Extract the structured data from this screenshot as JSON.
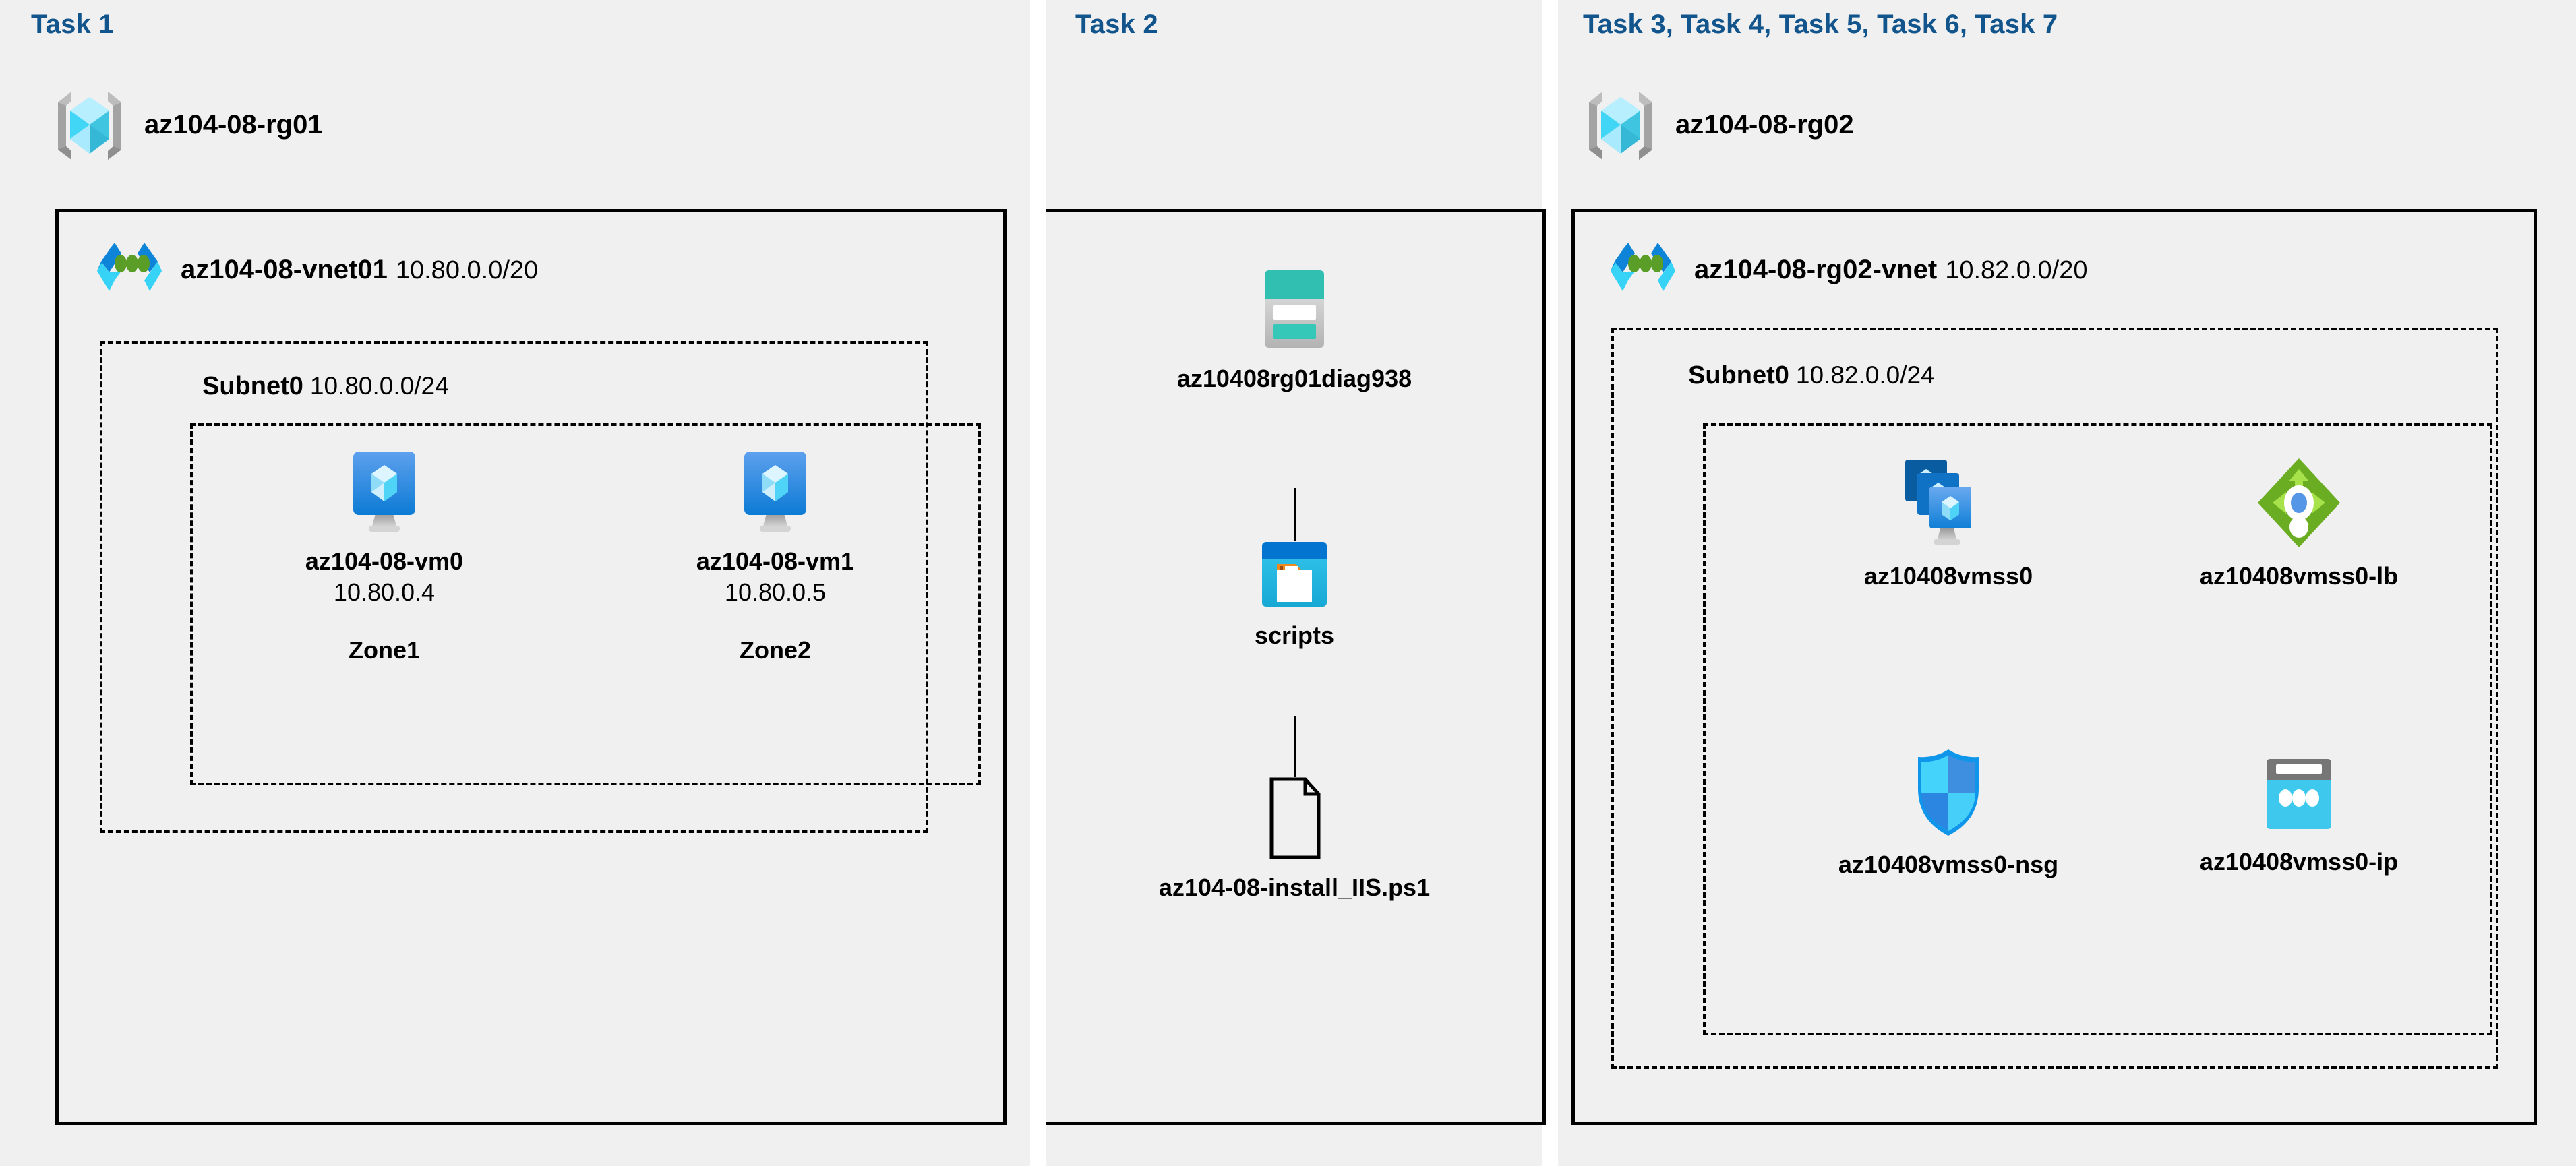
{
  "panels": [
    {
      "task_title": "Task 1"
    },
    {
      "task_title": "Task 2"
    },
    {
      "task_title": "Task 3, Task 4, Task 5, Task 6, Task 7"
    }
  ],
  "accent_color": "#12548c",
  "panel_bg": "#f0f0f0",
  "task1": {
    "title": "Task 1",
    "resource_group": {
      "icon": "resource-group-icon",
      "label": "az104-08-rg01"
    },
    "vnet": {
      "icon": "virtual-network-icon",
      "name": "az104-08-vnet01",
      "cidr": "10.80.0.0/20"
    },
    "subnet": {
      "name": "Subnet0",
      "cidr": "10.80.0.0/24"
    },
    "vms": [
      {
        "icon": "virtual-machine-icon",
        "name": "az104-08-vm0",
        "ip": "10.80.0.4",
        "zone": "Zone1"
      },
      {
        "icon": "virtual-machine-icon",
        "name": "az104-08-vm1",
        "ip": "10.80.0.5",
        "zone": "Zone2"
      }
    ]
  },
  "task2": {
    "title": "Task 2",
    "storage_account": {
      "icon": "storage-account-icon",
      "label": "az10408rg01diag938"
    },
    "container": {
      "icon": "blob-container-icon",
      "label": "scripts"
    },
    "file": {
      "icon": "file-icon",
      "label": "az104-08-install_IIS.ps1"
    }
  },
  "task3": {
    "title": "Task 3, Task 4, Task 5, Task 6, Task 7",
    "resource_group": {
      "icon": "resource-group-icon",
      "label": "az104-08-rg02"
    },
    "vnet": {
      "icon": "virtual-network-icon",
      "name": "az104-08-rg02-vnet",
      "cidr": "10.82.0.0/20"
    },
    "subnet": {
      "name": "Subnet0",
      "cidr": "10.82.0.0/24"
    },
    "resources": [
      {
        "icon": "vm-scale-set-icon",
        "label": "az10408vmss0"
      },
      {
        "icon": "load-balancer-icon",
        "label": "az10408vmss0-lb"
      },
      {
        "icon": "network-security-group-icon",
        "label": "az10408vmss0-nsg"
      },
      {
        "icon": "public-ip-address-icon",
        "label": "az10408vmss0-ip"
      }
    ]
  }
}
